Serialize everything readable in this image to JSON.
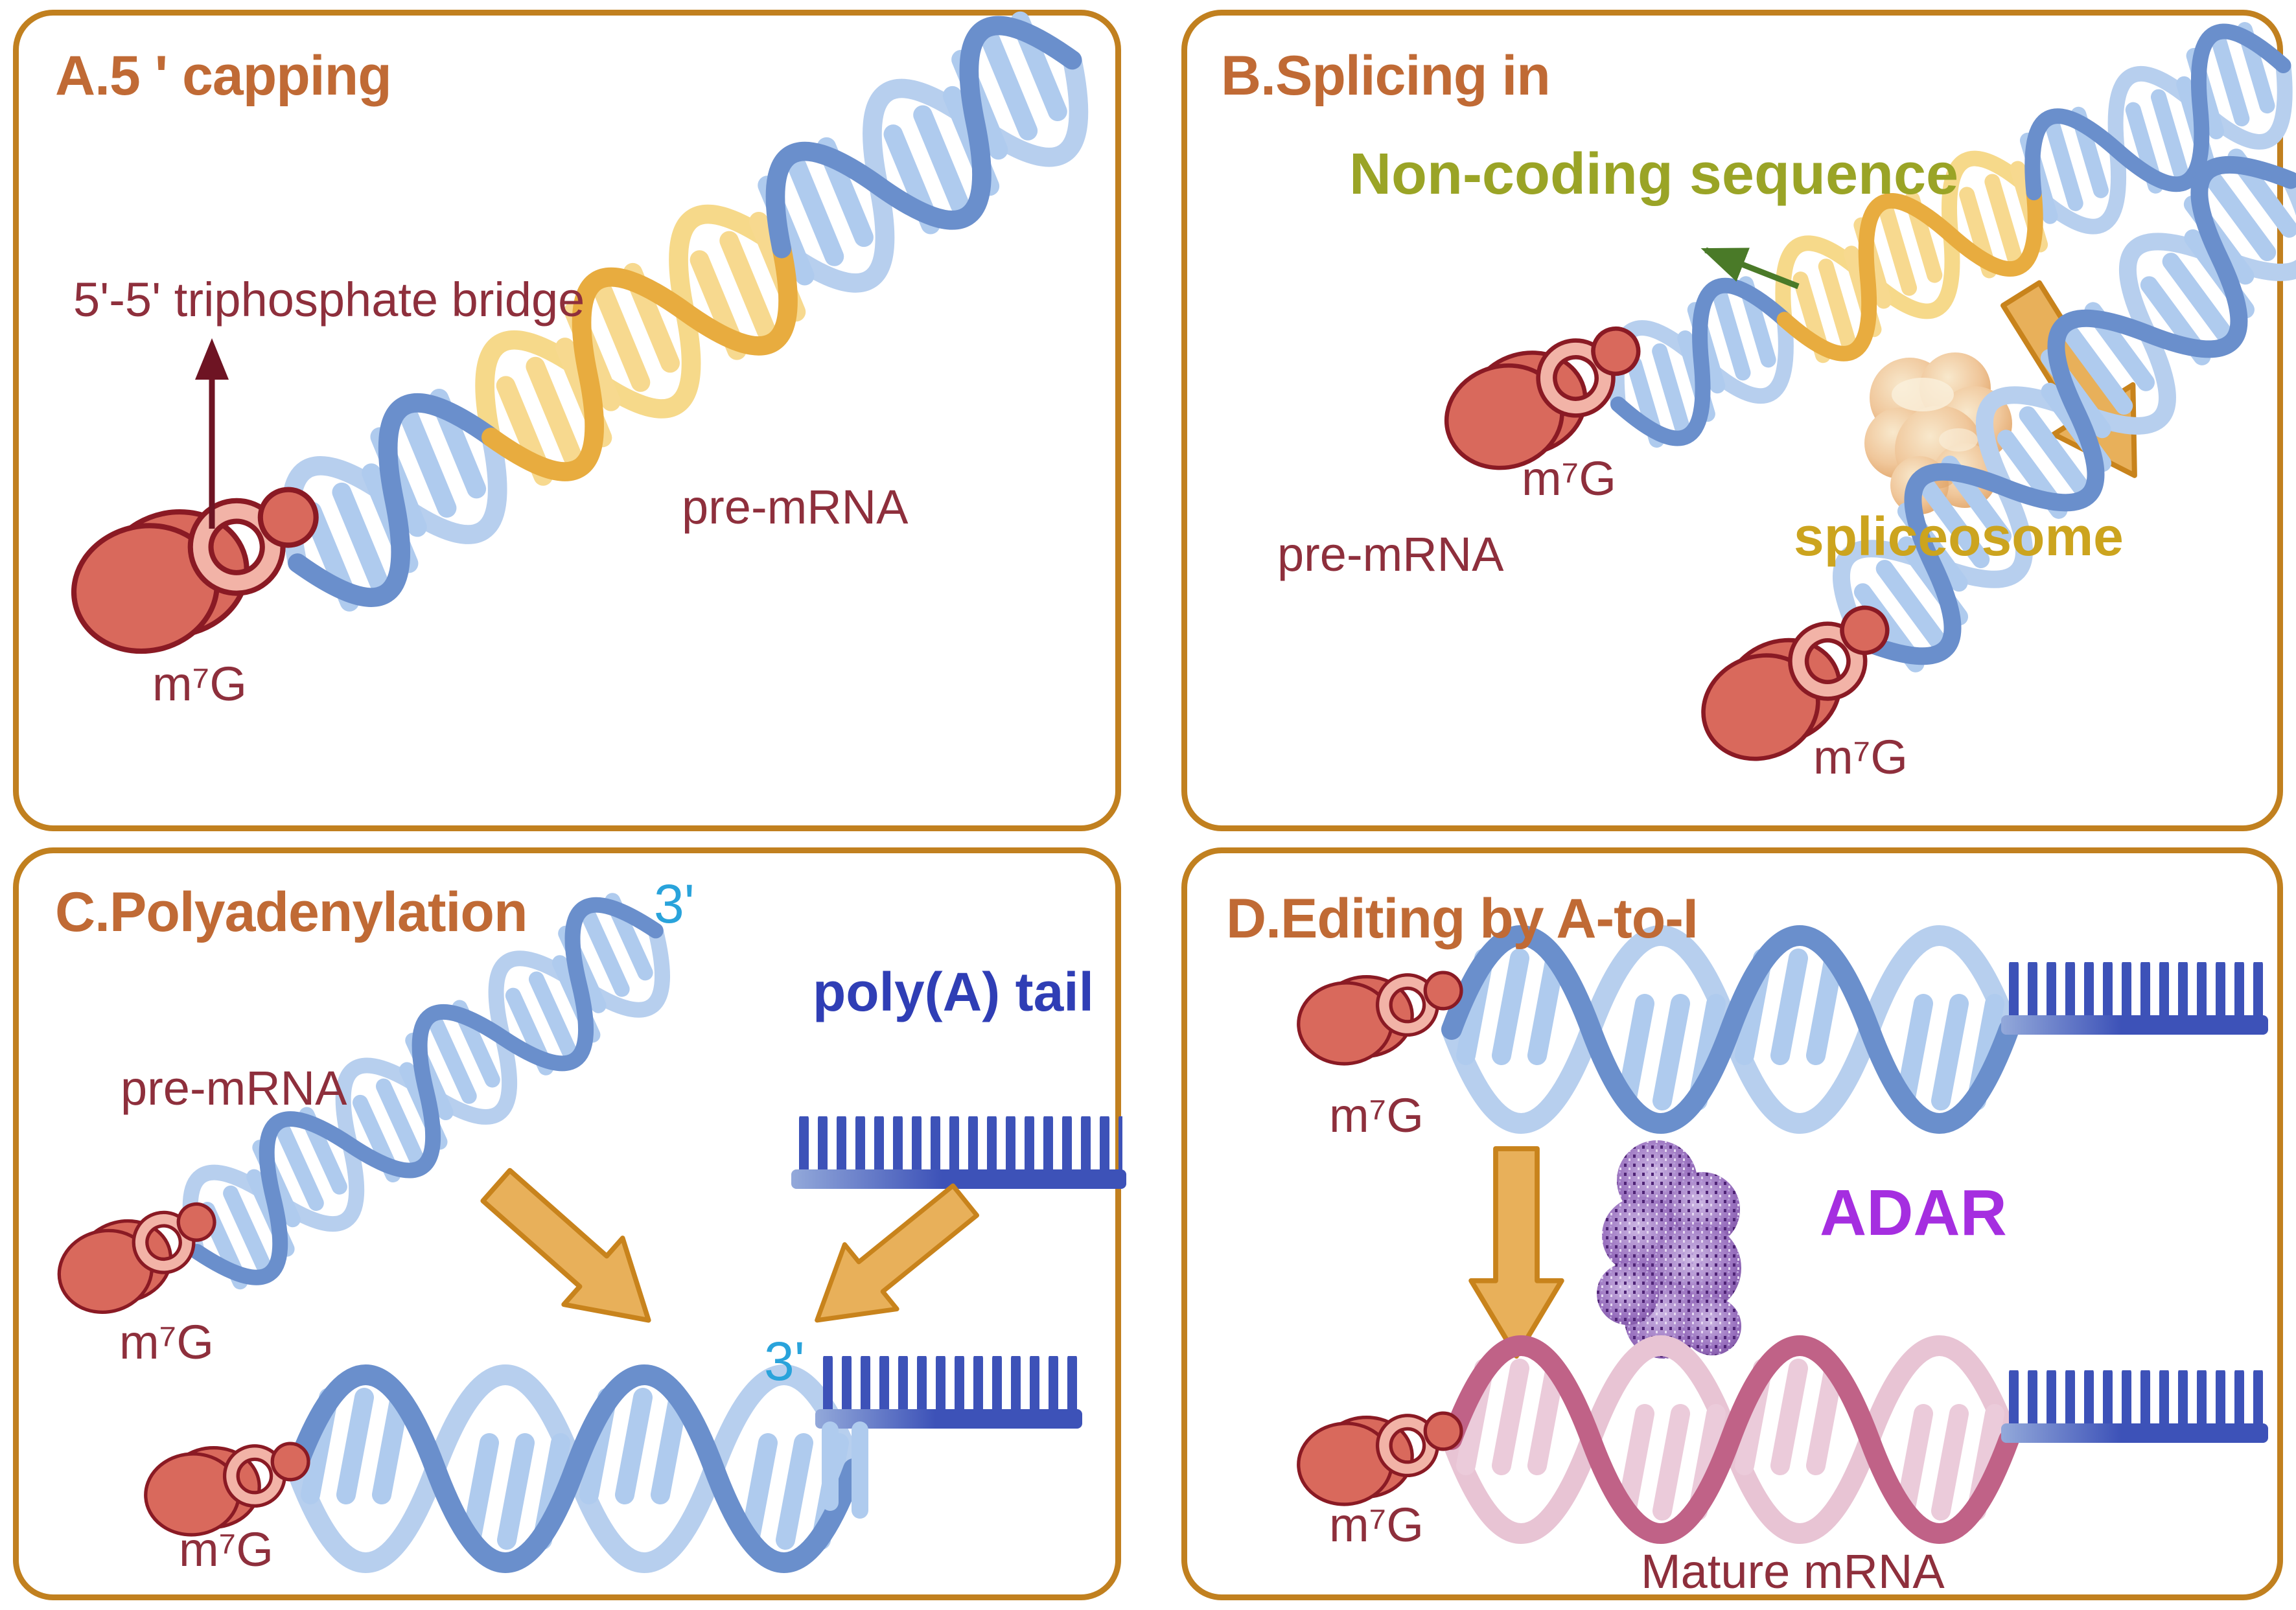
{
  "figure_title": "mRNA processing steps diagram",
  "panels": {
    "a": {
      "title": "A.5 ' capping",
      "bridge_label": "5'-5' triphosphate bridge",
      "premrna_label": "pre-mRNA",
      "cap_label": "m⁷G"
    },
    "b": {
      "title": "B.Splicing in",
      "noncoding_label": "Non-coding sequence",
      "premrna_label": "pre-mRNA",
      "cap_label_top": "m⁷G",
      "spliceosome_label": "spliceosome",
      "cap_label_bottom": "m⁷G"
    },
    "c": {
      "title": "C.Polyadenylation",
      "three_prime_top": "3'",
      "polya_label": "poly(A) tail",
      "premrna_label": "pre-mRNA",
      "cap_label_top": "m⁷G",
      "three_prime_bottom": "3'",
      "cap_label_bottom": "m⁷G"
    },
    "d": {
      "title": "D.Editing by A-to-I",
      "adar_label": "ADAR",
      "cap_label_top": "m⁷G",
      "cap_label_bottom": "m⁷G",
      "mature_label": "Mature mRNA"
    }
  },
  "icons": {
    "m7g_cap": "red cap structure (disk + ring + bead) at 5' end",
    "rna_helix": "twisted ribbon RNA strand with base bristles",
    "noncoding_segment": "yellow intron segment inside blue pre-mRNA",
    "spliceosome_blob": "tan protein surface model",
    "adar_blob": "purple speckled protein ribbon model",
    "polya_comb": "dark blue comb of adenosine teeth",
    "process_arrow": "thick orange arrow",
    "bridge_arrow": "thin dark red arrow",
    "noncoding_arrow": "thin dark green arrow"
  },
  "colors": {
    "panel_border": "#C1801F",
    "title_text": "#C06A35",
    "maroon_text": "#8E2F3C",
    "olive_text": "#9AA426",
    "gold_text": "#CCA41E",
    "royal_blue_text": "#2F3EB5",
    "cyan_text": "#29A3DB",
    "purple_text": "#A52EE0",
    "green_arrow": "#4A7A28",
    "dark_red_arrow": "#6E1423",
    "orange_arrow_fill": "#E8B05A",
    "orange_arrow_border": "#C8831C",
    "rna_blue_dark": "#6A8FCC",
    "rna_blue_light": "#B7CFEE",
    "bristle_blue": "#AFCBEE",
    "rna_yellow_dark": "#E8AC3F",
    "rna_yellow_light": "#F6D98A",
    "rna_pink_dark": "#C06287",
    "rna_pink_light": "#E8C4D4",
    "cap_fill": "#D9695C",
    "cap_ring": "#F2B3A7",
    "cap_outline": "#8A1A24",
    "polya_comb": "#3D52B8",
    "spliceosome_tan": "#F0C79B",
    "adar_purple": "#6B3F96"
  }
}
